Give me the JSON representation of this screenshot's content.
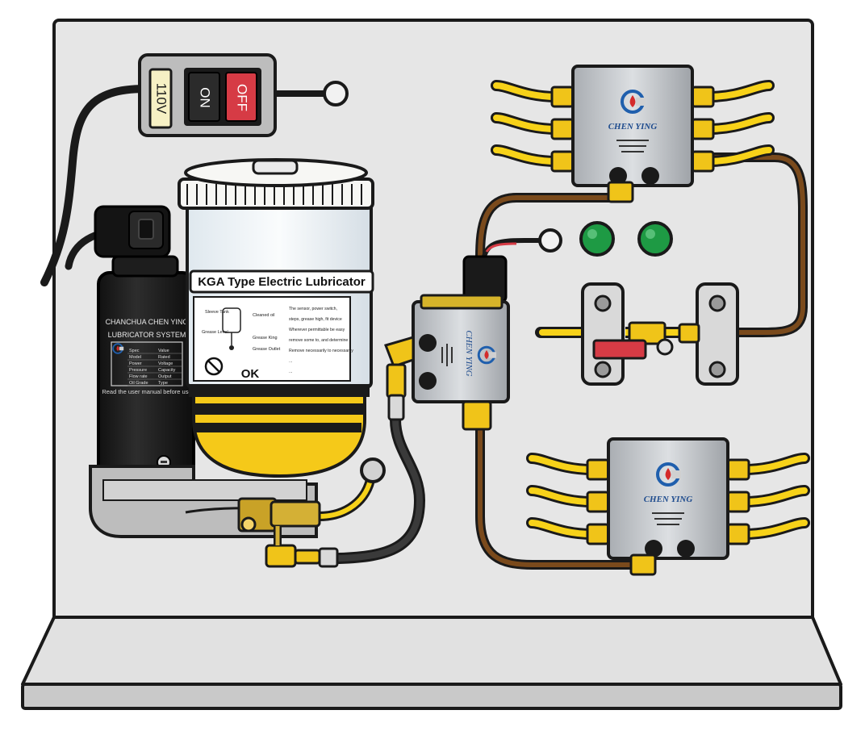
{
  "switch_box": {
    "voltage_label": "110V",
    "on_label": "ON",
    "off_label": "OFF"
  },
  "reservoir": {
    "product_label": "KGA Type Electric Lubricator",
    "ok_label": "OK",
    "left_captions": [
      "Sleeve Tank",
      "Grease Level"
    ],
    "right_captions": [
      "Cleaned oil",
      "Grease King",
      "Grease Outlet"
    ],
    "instruction_lines": [
      "The sensor, power switch,",
      "steps, grease high, fit device",
      "Wherever permittable be easy",
      "remove some to, and determine",
      "Remove necessarily to necessarily",
      "...",
      "..."
    ]
  },
  "motor": {
    "brand_line": "CHANCHUA CHEN YING",
    "system_line": "LUBRICATOR SYSTEM",
    "spec_rows": [
      [
        "Spec",
        "Value"
      ],
      [
        "Model",
        "Rated"
      ],
      [
        "Power",
        "Voltage"
      ],
      [
        "Pressure",
        "Capacity"
      ],
      [
        "Flow rate",
        "Output"
      ],
      [
        "Oil Grade",
        "Type"
      ]
    ],
    "footer": "Read the user manual before use"
  },
  "distributor_top": {
    "brand": "CHEN YING"
  },
  "distributor_bottom": {
    "brand": "CHEN YING"
  },
  "pump_valve": {
    "brand": "CHEN YING"
  },
  "colors": {
    "panel": "#e6e6e6",
    "tube_yellow": "#f7d219",
    "tube_brown": "#7a4a1c",
    "switch_off": "#d63b45",
    "indicator_green": "#1e9a44",
    "band_yellow": "#f5c919",
    "brand_blue": "#1f5fad",
    "brand_red": "#d42b2b"
  }
}
